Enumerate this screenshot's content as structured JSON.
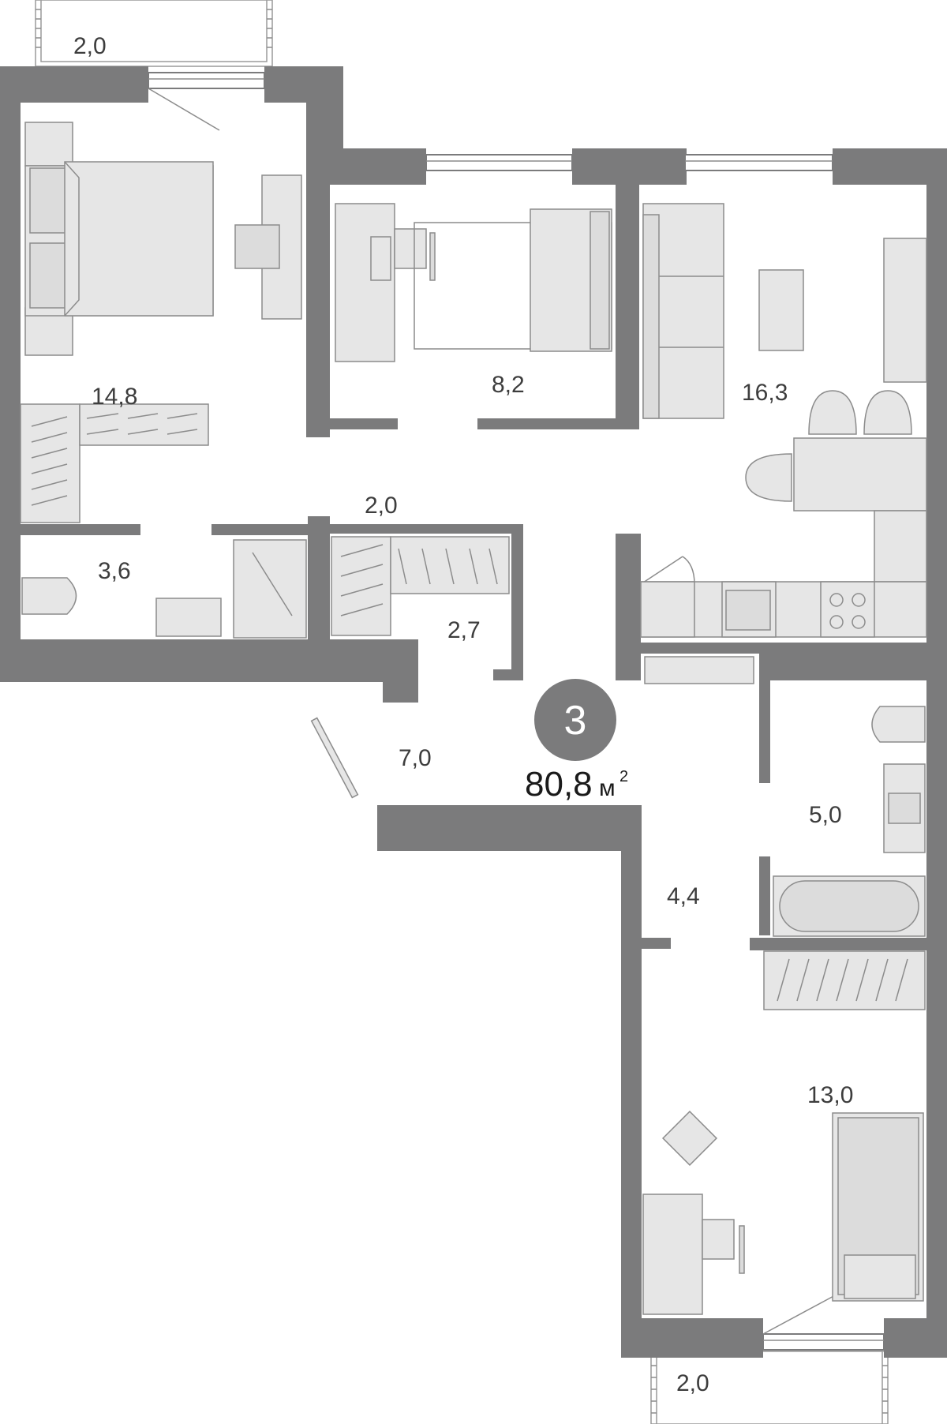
{
  "plan": {
    "rooms_count": "3",
    "total_area": "80,8",
    "total_unit": "м",
    "total_unit_sup": "2",
    "badge_color": "#7b7b7c",
    "wall_color": "#7b7b7c",
    "rooms": [
      {
        "id": "balcony-top",
        "area": "2,0"
      },
      {
        "id": "bedroom",
        "area": "14,8"
      },
      {
        "id": "children-room",
        "area": "8,2"
      },
      {
        "id": "living-kitchen",
        "area": "16,3"
      },
      {
        "id": "wardrobe",
        "area": "2,0"
      },
      {
        "id": "wc",
        "area": "3,6"
      },
      {
        "id": "storage",
        "area": "2,7"
      },
      {
        "id": "hall",
        "area": "7,0"
      },
      {
        "id": "bathroom",
        "area": "5,0"
      },
      {
        "id": "corridor",
        "area": "4,4"
      },
      {
        "id": "bedroom-2",
        "area": "13,0"
      },
      {
        "id": "balcony-bottom",
        "area": "2,0"
      }
    ]
  }
}
